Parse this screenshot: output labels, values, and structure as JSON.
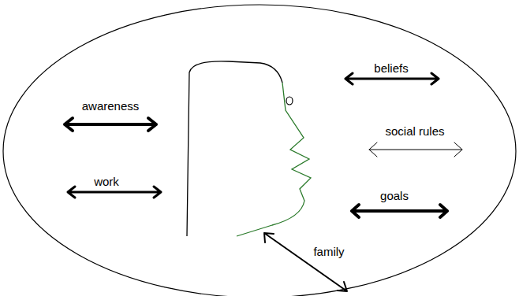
{
  "diagram": {
    "labels": [
      "beliefs",
      "awareness",
      "social rules",
      "work",
      "goals",
      "family"
    ]
  }
}
